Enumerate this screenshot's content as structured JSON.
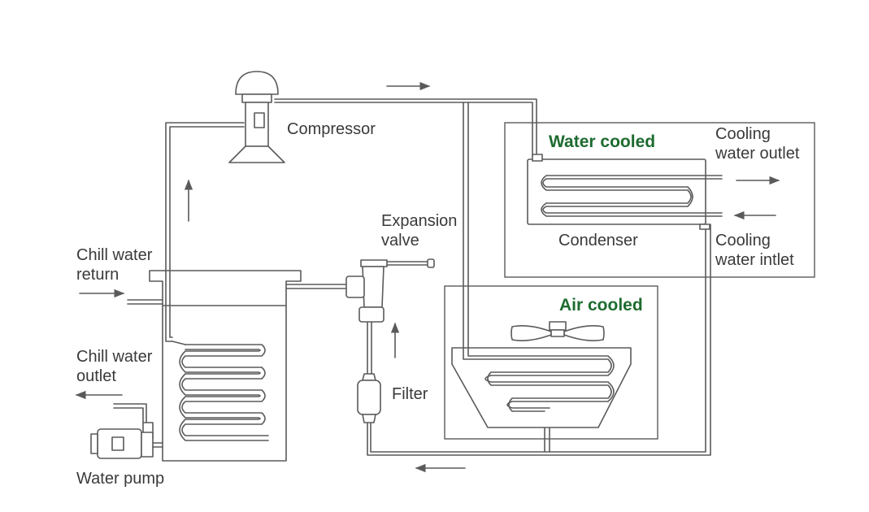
{
  "labels": {
    "compressor": "Compressor",
    "expansion_valve": "Expansion\nvalve",
    "filter": "Filter",
    "condenser": "Condenser",
    "chill_water_return": "Chill water\nreturn",
    "chill_water_outlet": "Chill water\noutlet",
    "water_pump": "Water pump",
    "cooling_water_outlet": "Cooling\nwater outlet",
    "cooling_water_inlet": "Cooling\nwater intlet",
    "water_cooled": "Water cooled",
    "air_cooled": "Air cooled"
  },
  "colors": {
    "accent": "#1d6b2f",
    "line": "#5a5a5a",
    "text": "#3a3a3a"
  }
}
